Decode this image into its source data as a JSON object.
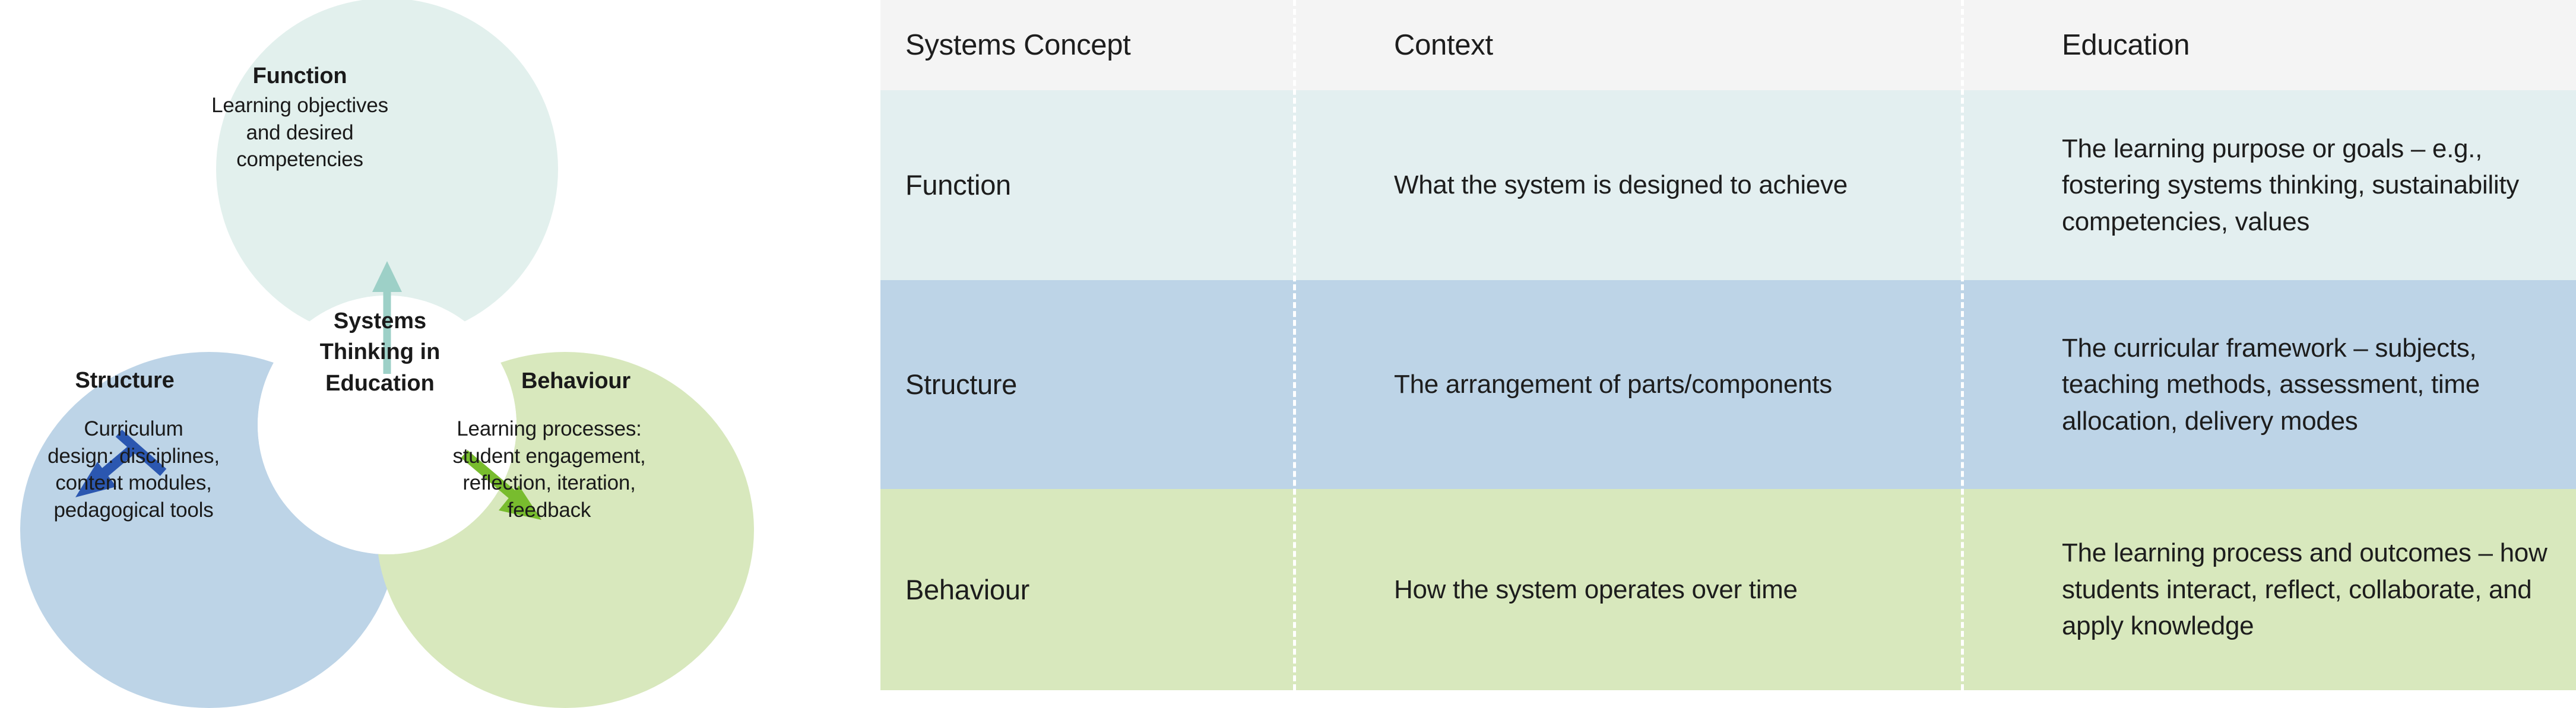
{
  "diagram": {
    "center": {
      "label": "Systems\nThinking in\nEducation"
    },
    "circles": [
      {
        "key": "function",
        "title": "Function",
        "body": "Learning objectives\nand desired\ncompetencies",
        "fill": "#e2f0ed",
        "arrow_color": "#9dd0c7",
        "arrow_direction": "up"
      },
      {
        "key": "structure",
        "title": "Structure",
        "body": "Curriculum\ndesign: disciplines,\ncontent modules,\npedagogical tools",
        "fill": "#bdd4e7",
        "arrow_color": "#2b57b0",
        "arrow_direction": "down-left"
      },
      {
        "key": "behaviour",
        "title": "Behaviour",
        "body": "Learning processes:\nstudent engagement,\nreflection, iteration,\nfeedback",
        "fill": "#d8e8bd",
        "arrow_color": "#78bc2e",
        "arrow_direction": "down-right"
      }
    ]
  },
  "table": {
    "headers": [
      "Systems Concept",
      "Context",
      "Education"
    ],
    "header_bg": "#f4f4f4",
    "divider_color": "#ffffff",
    "rows": [
      {
        "concept": "Function",
        "context": "What the system is designed to achieve",
        "education": "The learning purpose or goals – e.g., fostering systems thinking, sustainability competencies, values",
        "bg": "#e3eff0"
      },
      {
        "concept": "Structure",
        "context": "The arrangement of parts/components",
        "education": "The curricular framework – subjects, teaching methods, assessment, time allocation, delivery modes",
        "bg": "#bdd4e7"
      },
      {
        "concept": "Behaviour",
        "context": "How the system operates over time",
        "education": "The learning process and outcomes – how students interact, reflect, collaborate, and apply knowledge",
        "bg": "#d8e8bd"
      }
    ]
  }
}
